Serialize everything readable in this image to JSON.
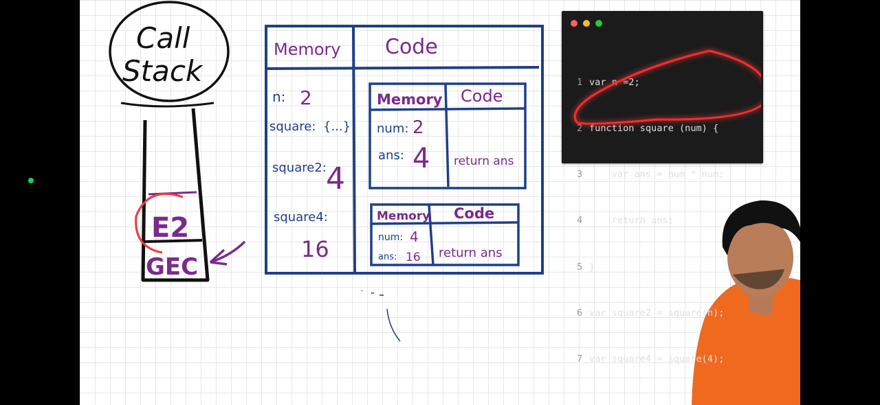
{
  "board": {
    "call_stack": {
      "title_line1": "Call",
      "title_line2": "Stack",
      "frame_top": "E2",
      "frame_bottom": "GEC"
    },
    "global_context": {
      "memory_header": "Memory",
      "code_header": "Code",
      "memory_entries": [
        {
          "key": "n:",
          "value": "2"
        },
        {
          "key": "square:",
          "value": "{...}"
        },
        {
          "key": "square2:",
          "value": "4"
        },
        {
          "key": "square4:",
          "value": "16"
        }
      ]
    },
    "context_square2": {
      "memory_header": "Memory",
      "code_header": "Code",
      "memory_entries": [
        {
          "key": "num:",
          "value": "2"
        },
        {
          "key": "ans:",
          "value": "4"
        }
      ],
      "code_text": "return ans"
    },
    "context_square4": {
      "memory_header": "Memory",
      "code_header": "Code",
      "memory_entries": [
        {
          "key": "num:",
          "value": "4"
        },
        {
          "key": "ans:",
          "value": "16"
        }
      ],
      "code_text": "return ans"
    }
  },
  "code_window": {
    "dot_colors": [
      "#ff5f57",
      "#febc2e",
      "#28c840"
    ],
    "lines": [
      {
        "n": "1",
        "text": "var n =2;"
      },
      {
        "n": "2",
        "text": "function square (num) {"
      },
      {
        "n": "3",
        "text": "    var ans = num * num;"
      },
      {
        "n": "4",
        "text": "    return ans;"
      },
      {
        "n": "5",
        "text": "}"
      },
      {
        "n": "6",
        "text": "var square2 = square(n);"
      },
      {
        "n": "7",
        "text": "var square4 = square(4);"
      }
    ],
    "highlight_color": "#ff2a2a"
  },
  "colors": {
    "ink_purple": "#7a2a8c",
    "ink_blue": "#1f3f8a",
    "ink_black": "#111111",
    "ink_red": "#e8212e",
    "status_dot": "#1dd05c"
  }
}
